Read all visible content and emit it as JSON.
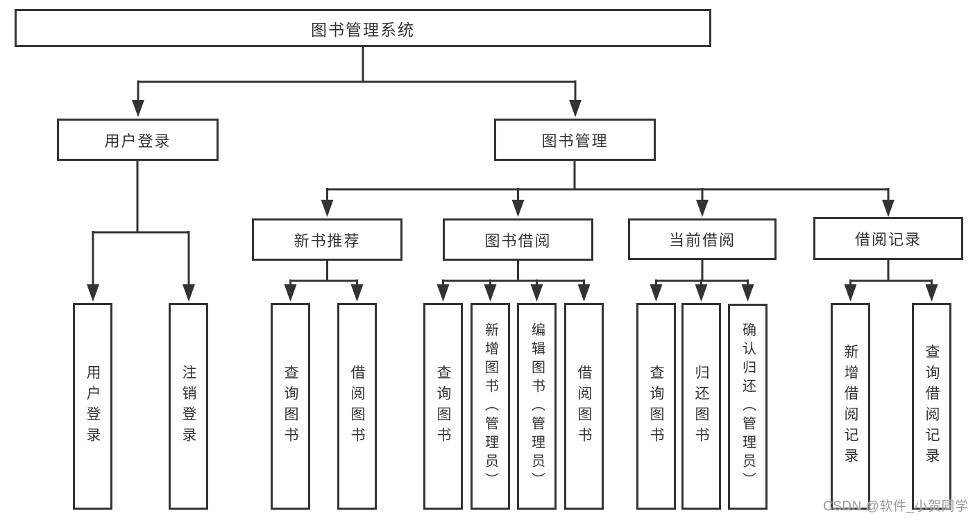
{
  "colors": {
    "background": "#ffffff",
    "line": "#333333",
    "box_border": "#333333",
    "text": "#333333",
    "watermark": "#9b9b9b"
  },
  "diagram": {
    "root": {
      "label": "图书管理系统"
    },
    "branches": [
      {
        "label": "用户登录",
        "children": [
          {
            "label": "用户登录"
          },
          {
            "label": "注销登录"
          }
        ]
      },
      {
        "label": "图书管理",
        "children": [
          {
            "label": "新书推荐",
            "children": [
              {
                "label": "查询图书"
              },
              {
                "label": "借阅图书"
              }
            ]
          },
          {
            "label": "图书借阅",
            "children": [
              {
                "label": "查询图书"
              },
              {
                "label": "新增图书（管理员）"
              },
              {
                "label": "编辑图书（管理员）"
              },
              {
                "label": "借阅图书"
              }
            ]
          },
          {
            "label": "当前借阅",
            "children": [
              {
                "label": "查询图书"
              },
              {
                "label": "归还图书"
              },
              {
                "label": "确认归还（管理员）"
              }
            ]
          },
          {
            "label": "借阅记录",
            "children": [
              {
                "label": "新增借阅记录"
              },
              {
                "label": "查询借阅记录"
              }
            ]
          }
        ]
      }
    ]
  },
  "watermark": {
    "text": "CSDN @软件_小贺同学"
  }
}
